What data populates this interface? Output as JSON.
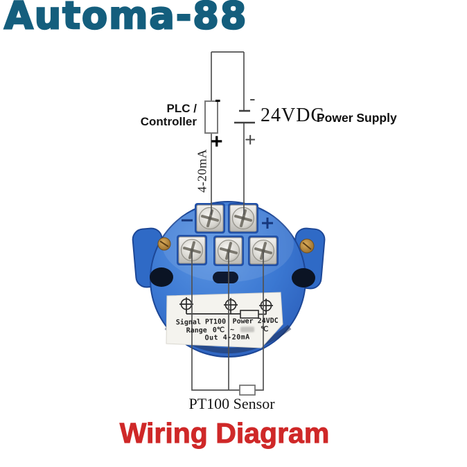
{
  "brand": {
    "logo_text": "Automa-88",
    "color": "#145e7d"
  },
  "title": {
    "text": "Wiring Diagram",
    "color": "#cf2828"
  },
  "plc": {
    "name_line1": "PLC /",
    "name_line2": "Controller",
    "minus": "-",
    "plus": "+",
    "loop_current": "4-20mA"
  },
  "power_supply": {
    "voltage": "24VDC",
    "label": "Power Supply",
    "minus": "-",
    "plus": "+"
  },
  "sensor": {
    "label": "PT100 Sensor"
  },
  "device_label": {
    "signal": "Signal PT100",
    "power": "Power 24VDC",
    "range_prefix": "Range 0℃ ~",
    "range_suffix": "℃",
    "out": "Out 4-20mA"
  },
  "device": {
    "body_color": "#3a76cf",
    "wire_color": "#525252"
  }
}
